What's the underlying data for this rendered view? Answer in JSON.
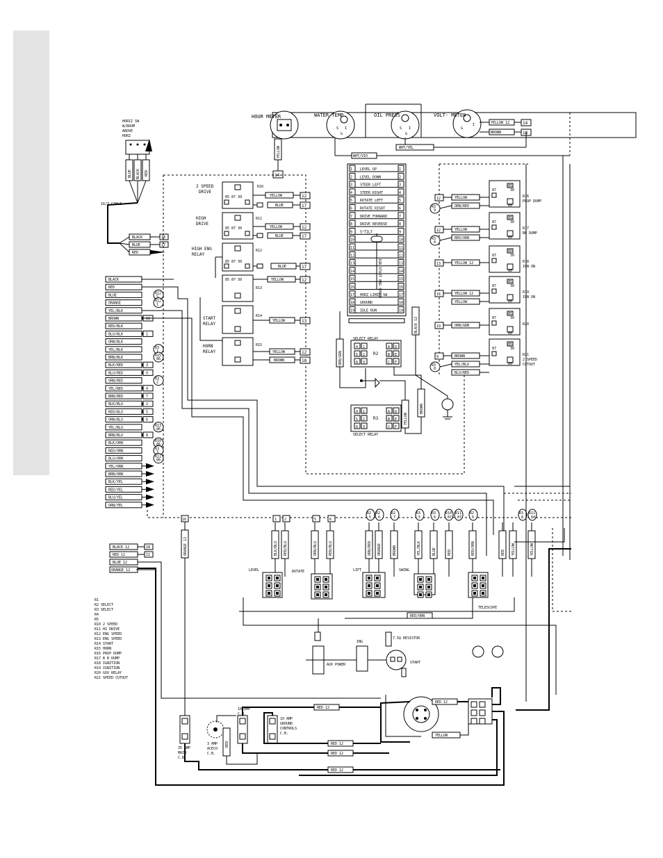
{
  "gauges": {
    "hour_meter": "HOUR METER",
    "water_temp": "WATER TEMP",
    "oil_press": "OIL PRESS",
    "volt_meter": "VOLT- METER",
    "hour_wire": "YELLOW",
    "volt_wires": [
      "YELLOW 12",
      "BROWN"
    ],
    "volt_term": [
      "14",
      "18"
    ],
    "wht_yel": "WHT/YEL",
    "wht_vio": "WHT/VIO",
    "t14": "14"
  },
  "horiz_switch": {
    "label": "HORIZ SW W/BOOM ABOVE HORZ",
    "wires": [
      "BLUE",
      "BLACK",
      "RED"
    ],
    "cable": "16/3 CABLE",
    "out_wires": [
      "BLACK",
      "BLUE",
      "RED"
    ],
    "out_terms": [
      "18",
      "17"
    ]
  },
  "left_relays": [
    {
      "id": "R10",
      "label": "2 SPEED DRIVE",
      "wires": [
        "YELLOW",
        "BLUE"
      ],
      "terms": [
        "12",
        "17"
      ]
    },
    {
      "id": "R11",
      "label": "HIGH DRIVE",
      "wires": [
        "YELLOW",
        "BLUE"
      ],
      "terms": [
        "12",
        "17"
      ]
    },
    {
      "id": "R12",
      "label": "HIGH ENG RELAY",
      "wires": [
        "BLUE",
        "YELLOW"
      ],
      "terms": [
        "17",
        "12"
      ]
    },
    {
      "id": "R13",
      "label": "",
      "wires": [],
      "terms": []
    },
    {
      "id": "R14",
      "label": "START RELAY",
      "wires": [
        "YELLOW"
      ],
      "terms": [
        "13"
      ]
    },
    {
      "id": "R15",
      "label": "HORN RELAY",
      "wires": [
        "YELLOW",
        "BROWN"
      ],
      "terms": [
        "12",
        "18"
      ]
    }
  ],
  "harness": [
    {
      "wire": "BLACK",
      "term": ""
    },
    {
      "wire": "RED",
      "term": ""
    },
    {
      "wire": "BLUE",
      "term": "R12 5"
    },
    {
      "wire": "ORANGE",
      "term": "R12 1"
    },
    {
      "wire": "YEL/BLK",
      "term": ""
    },
    {
      "wire": "BROWN",
      "term": "10"
    },
    {
      "wire": "RED/BLK",
      "term": ""
    },
    {
      "wire": "BLU/BLK",
      "term": "1"
    },
    {
      "wire": "ORN/BLK",
      "term": ""
    },
    {
      "wire": "YEL/BLK",
      "term": "R3 1"
    },
    {
      "wire": "BRN/BLK",
      "term": "R15 86"
    },
    {
      "wire": "BLK/RED",
      "term": "3"
    },
    {
      "wire": "BLU/RED",
      "term": "9"
    },
    {
      "wire": "ORN/RED",
      "term": "R3 2"
    },
    {
      "wire": "YEL/RED",
      "term": "4"
    },
    {
      "wire": "BRN/RED",
      "term": "7"
    },
    {
      "wire": "BLK/BLU",
      "term": "2"
    },
    {
      "wire": "RED/BLU",
      "term": "5"
    },
    {
      "wire": "ORN/BLU",
      "term": "6"
    },
    {
      "wire": "YEL/BLU",
      "term": "R13 86"
    },
    {
      "wire": "BRN/BLU",
      "term": "8"
    },
    {
      "wire": "BLK/ORN",
      "term": "R10 86"
    },
    {
      "wire": "RED/ORN",
      "term": "R3 3"
    },
    {
      "wire": "BLU/ORN",
      "term": "R11 86"
    },
    {
      "wire": "YEL/ORN",
      "term": ""
    },
    {
      "wire": "BRN/ORN",
      "term": ""
    },
    {
      "wire": "BLK/YEL",
      "term": ""
    },
    {
      "wire": "RED/YEL",
      "term": ""
    },
    {
      "wire": "BLU/YEL",
      "term": ""
    },
    {
      "wire": "ORN/YEL",
      "term": ""
    }
  ],
  "terminal_strip": [
    {
      "n": "1",
      "label": "LEVEL UP"
    },
    {
      "n": "2",
      "label": "LEVEL DOWN"
    },
    {
      "n": "3",
      "label": "STEER LEFT"
    },
    {
      "n": "4",
      "label": "STEER RIGHT"
    },
    {
      "n": "5",
      "label": "ROTATE LEFT"
    },
    {
      "n": "6",
      "label": "ROTATE RIGHT"
    },
    {
      "n": "7",
      "label": "DRIVE FORWARD"
    },
    {
      "n": "8",
      "label": "DRIVE REVERSE"
    },
    {
      "n": "9",
      "label": "5°TILT"
    },
    {
      "n": "10",
      "label": ""
    },
    {
      "n": "11",
      "label": ""
    },
    {
      "n": "12",
      "label": ""
    },
    {
      "n": "13",
      "label": ""
    },
    {
      "n": "14",
      "label": ""
    },
    {
      "n": "15",
      "label": ""
    },
    {
      "n": "16",
      "label": ""
    },
    {
      "n": "17",
      "label": "HORZ LIMIT SW"
    },
    {
      "n": "18",
      "label": "GROUND"
    },
    {
      "n": "19",
      "label": "IDLE RUN"
    }
  ],
  "strip_side_text": "IGN  START  ENG  SPEED",
  "select_relay": {
    "label": "SELECT RELAY",
    "r2": "R2",
    "r3": "R3",
    "wires": [
      "ORN/GRN",
      "BLACK 12",
      "YELLOW",
      "BROWN"
    ]
  },
  "right_relays": [
    {
      "id": "R16",
      "label": "PROP DUMP",
      "term": "12",
      "term2": "R3 9",
      "wires": [
        "YELLOW",
        "ORN/RED"
      ]
    },
    {
      "id": "R17",
      "label": "BB DUMP",
      "term": "12",
      "term2": "R3 4",
      "wires": [
        "YELLOW",
        "RED/ORN"
      ]
    },
    {
      "id": "R18",
      "label": "IGN ON",
      "term": "13",
      "term2": "",
      "wires": [
        "YELLOW 12"
      ]
    },
    {
      "id": "R19",
      "label": "IGN ON",
      "term": "16",
      "term2": "",
      "wires": [
        "YELLOW 12",
        "YELLOW"
      ]
    },
    {
      "id": "R20",
      "label": "",
      "term": "19",
      "term2": "",
      "wires": [
        "ORN/GRN"
      ]
    },
    {
      "id": "R21",
      "label": "2 SPEED CUTOUT",
      "term": "9",
      "term2": "R3 8",
      "wires": [
        "BROWN",
        "YEL/BLU",
        "BLU/RED"
      ]
    }
  ],
  "pins": [
    "85",
    "87",
    "30",
    "86",
    "87a"
  ],
  "bottom_terms": {
    "t16": "16",
    "t1": "1",
    "t2": "2",
    "t5": "5",
    "t6": "6",
    "tags": [
      "R2 5",
      "R2 6",
      "R2 7",
      "R3 5",
      "R3 6",
      "R10 87",
      "R11 87",
      "R2 6",
      "R3 8",
      "R11 84"
    ],
    "orange": "ORANGE 12",
    "wires": [
      "BLK/BLU",
      "RED/BLU",
      "ORN/BLU",
      "RED/BLU",
      "ORN/RED",
      "ORANGE",
      "BROWN",
      "YEL/BLK",
      "BLUE",
      "RED",
      "RED/ORN",
      "RED",
      "YELLOW",
      "YELLOW"
    ]
  },
  "blocks": {
    "level": "LEVEL",
    "rotate": "ROTATE",
    "lift": "LIFT",
    "swing": "SWING",
    "telescope": "TELESCOPE",
    "red_orn": "RED/ORN",
    "resistor": "7.5Ω RESISTOR",
    "ing": "ING",
    "aux": "AUX POWER",
    "start": "START"
  },
  "feeds": [
    {
      "wire": "BLACK 12",
      "term": "18"
    },
    {
      "wire": "RED 12",
      "term": "11"
    },
    {
      "wire": "BLUE 12",
      "term": ""
    },
    {
      "wire": "ORANGE 12",
      "term": ""
    }
  ],
  "legend": [
    "R1",
    "R2   SELECT",
    "R3   SELECT",
    "R4",
    "R5",
    "R10  2 SPEED",
    "R11  HI DRIVE",
    "R12  ENG  SPEED",
    "R13  ENG  SPEED",
    "R14  START",
    "R15  HORN",
    "R16  PROP  DUMP",
    "R17  B B DUMP",
    "R18  IGNITION",
    "R19  IGNITION",
    "R20  GOV RELAY",
    "R21  SPEED CUTOUT"
  ],
  "breakers": {
    "main": "35 AMP MAIN C.B.",
    "aceco": "3 AMP ACECO C.B.",
    "ten": "10 AMP C.B.",
    "ground": "10 AMP GROUND CONTROLS C.B.",
    "red_wires": [
      "RED 12",
      "RED 12",
      "RED 12",
      "RED 12",
      "RED 12",
      "YELLOW"
    ]
  }
}
